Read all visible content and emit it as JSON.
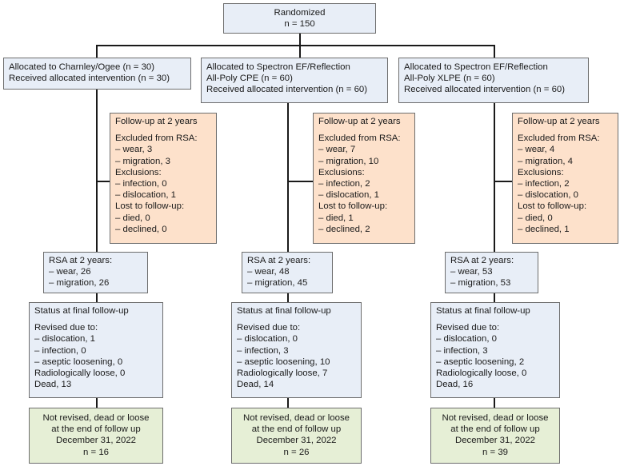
{
  "randomized": [
    "Randomized",
    "n = 150"
  ],
  "arms": [
    {
      "allocated": [
        "Allocated to Charnley/Ogee (n = 30)",
        "Received allocated intervention (n = 30)"
      ],
      "followup": {
        "title": "Follow-up at 2 years",
        "lines": [
          "Excluded from RSA:",
          "– wear, 3",
          "– migration, 3",
          "Exclusions:",
          "– infection, 0",
          "– dislocation, 1",
          "Lost to follow-up:",
          "– died, 0",
          "– declined, 0"
        ]
      },
      "rsa": [
        "RSA at 2 years:",
        "– wear, 26",
        "– migration, 26"
      ],
      "status": {
        "title": "Status at final follow-up",
        "lines": [
          "Revised due to:",
          "– dislocation, 1",
          "– infection, 0",
          "– aseptic loosening, 0",
          "Radiologically loose, 0",
          "Dead, 13"
        ]
      },
      "final": [
        "Not revised, dead or loose",
        "at the end of follow up",
        "December 31, 2022",
        "n = 16"
      ]
    },
    {
      "allocated": [
        "Allocated to Spectron EF/Reflection",
        "All-Poly CPE (n = 60)",
        "Received allocated intervention (n = 60)"
      ],
      "followup": {
        "title": "Follow-up at 2 years",
        "lines": [
          "Excluded from RSA:",
          "– wear, 7",
          "– migration, 10",
          "Exclusions:",
          "– infection, 2",
          "– dislocation, 1",
          "Lost to follow-up:",
          "– died, 1",
          "– declined, 2"
        ]
      },
      "rsa": [
        "RSA at 2 years:",
        "– wear, 48",
        "– migration, 45"
      ],
      "status": {
        "title": "Status at final follow-up",
        "lines": [
          "Revised due to:",
          "– dislocation, 0",
          "– infection, 3",
          "– aseptic loosening, 10",
          "Radiologically loose, 7",
          "Dead, 14"
        ]
      },
      "final": [
        "Not revised, dead or loose",
        "at the end of follow up",
        "December 31, 2022",
        "n = 26"
      ]
    },
    {
      "allocated": [
        "Allocated to Spectron EF/Reflection",
        "All-Poly XLPE (n = 60)",
        "Received allocated intervention (n = 60)"
      ],
      "followup": {
        "title": "Follow-up at 2 years",
        "lines": [
          "Excluded from RSA:",
          "– wear, 4",
          "– migration, 4",
          "Exclusions:",
          "– infection, 2",
          "– dislocation, 0",
          "Lost to follow-up:",
          "– died, 0",
          "– declined, 1"
        ]
      },
      "rsa": [
        "RSA at 2 years:",
        "– wear, 53",
        "– migration, 53"
      ],
      "status": {
        "title": "Status at final follow-up",
        "lines": [
          "Revised due to:",
          "– dislocation, 0",
          "– infection, 3",
          "– aseptic loosening, 2",
          "Radiologically loose, 0",
          "Dead, 16"
        ]
      },
      "final": [
        "Not revised, dead or loose",
        "at the end of follow up",
        "December 31, 2022",
        "n = 39"
      ]
    }
  ]
}
